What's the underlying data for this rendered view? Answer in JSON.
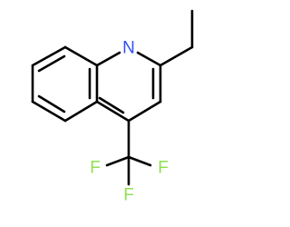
{
  "molecule": {
    "atoms": {
      "nitrogen": {
        "symbol": "N",
        "color": "#3050f8"
      },
      "fluorine_top": {
        "symbol": "F",
        "color": "#90e050"
      },
      "fluorine_left": {
        "symbol": "F",
        "color": "#90e050"
      },
      "fluorine_right": {
        "symbol": "F",
        "color": "#90e050"
      }
    },
    "bond_color": "#000000",
    "background": "#ffffff"
  }
}
